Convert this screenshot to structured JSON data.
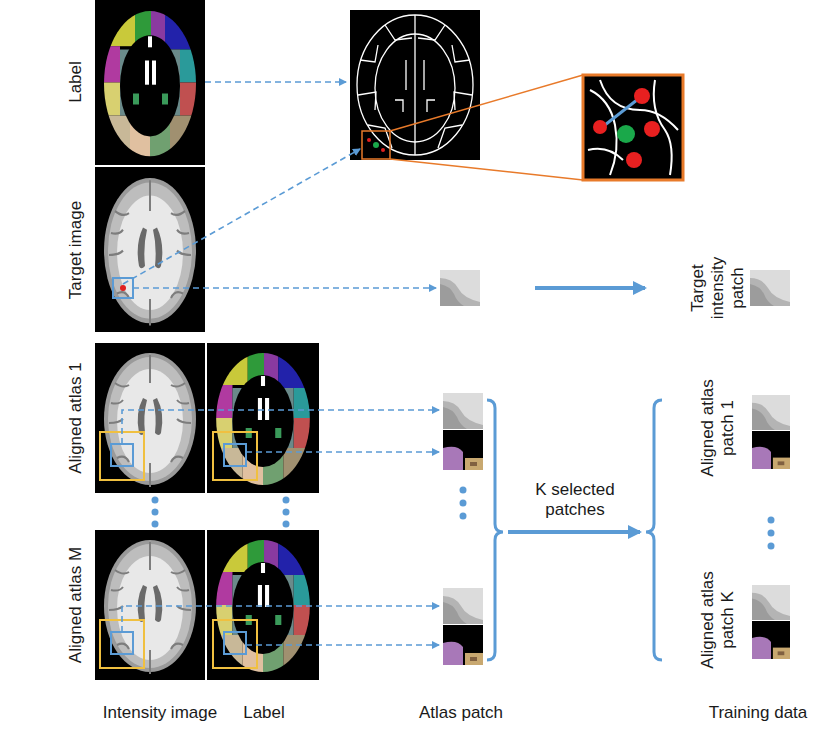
{
  "diagram": {
    "labels": [
      "Label",
      "Target image",
      "Aligned atlas 1",
      "Aligned atlas M",
      "Target intensity patch",
      "K selected patches",
      "Aligned atlas patch 1",
      "Aligned atlas patch K",
      "Intensity image",
      "Label",
      "Atlas patch",
      "Training data"
    ]
  }
}
